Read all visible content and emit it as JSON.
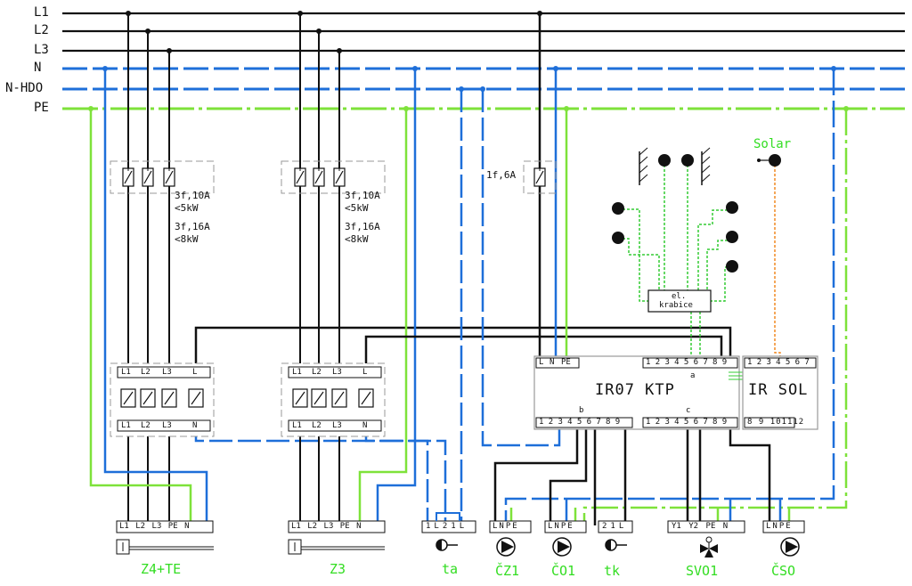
{
  "bus_labels": {
    "l1": "L1",
    "l2": "L2",
    "l3": "L3",
    "n": "N",
    "n_hdo": "N-HDO",
    "pe": "PE"
  },
  "colors": {
    "phase": "#111111",
    "neutral": "#1e6fd9",
    "protective": "#7ee23a",
    "solar": "#f08a24",
    "sensor": "#33cc33"
  },
  "breakers": {
    "z4_rating_a": "3f,10A",
    "z4_power_a": "<5kW",
    "z4_rating_b": "3f,16A",
    "z4_power_b": "<8kW",
    "z3_rating_a": "3f,10A",
    "z3_power_a": "<5kW",
    "z3_rating_b": "3f,16A",
    "z3_power_b": "<8kW",
    "control_rating": "1f,6A"
  },
  "junction_box": {
    "line1": "el.",
    "line2": "krabice"
  },
  "solar_label": "Solar",
  "controller": {
    "title": "IR07 KTP",
    "power_terminals": [
      "L",
      "N",
      "PE"
    ],
    "top_terminals": [
      "1",
      "2",
      "3",
      "4",
      "5",
      "6",
      "7",
      "8",
      "9"
    ],
    "group_a": "a",
    "group_b": "b",
    "group_c": "c",
    "bottom_left_terminals": [
      "1",
      "2",
      "3",
      "4",
      "5",
      "6",
      "7",
      "8",
      "9"
    ],
    "bottom_right_terminals": [
      "1",
      "2",
      "3",
      "4",
      "5",
      "6",
      "7",
      "8",
      "9"
    ]
  },
  "solar_module": {
    "title": "IR SOL",
    "top_terminals": [
      "1",
      "2",
      "3",
      "4",
      "5",
      "6",
      "7"
    ],
    "bottom_terminals": [
      "8",
      "9",
      "10",
      "11",
      "12"
    ]
  },
  "contactor_terminals": {
    "phases": [
      "L1",
      "L2",
      "L3"
    ],
    "control": "L",
    "neutral": "N"
  },
  "outputs": {
    "z4": {
      "terminals": [
        "L1",
        "L2",
        "L3",
        "PE",
        "N"
      ],
      "label": "Z4+TE"
    },
    "z3": {
      "terminals": [
        "L1",
        "L2",
        "L3",
        "PE",
        "N"
      ],
      "label": "Z3"
    },
    "ta": {
      "terminals": [
        "1",
        "L",
        "2",
        "1",
        "L"
      ],
      "label": "ta"
    },
    "cz1": {
      "terminals": [
        "L",
        "N",
        "PE"
      ],
      "label": "ČZ1"
    },
    "co1": {
      "terminals": [
        "L",
        "N",
        "PE"
      ],
      "label": "ČO1"
    },
    "tk": {
      "terminals": [
        "2",
        "1",
        "L"
      ],
      "label": "tk"
    },
    "svo1": {
      "terminals": [
        "Y1",
        "Y2",
        "PE",
        "N"
      ],
      "label": "SVO1"
    },
    "cso": {
      "terminals": [
        "L",
        "N",
        "PE"
      ],
      "label": "ČSO"
    }
  }
}
